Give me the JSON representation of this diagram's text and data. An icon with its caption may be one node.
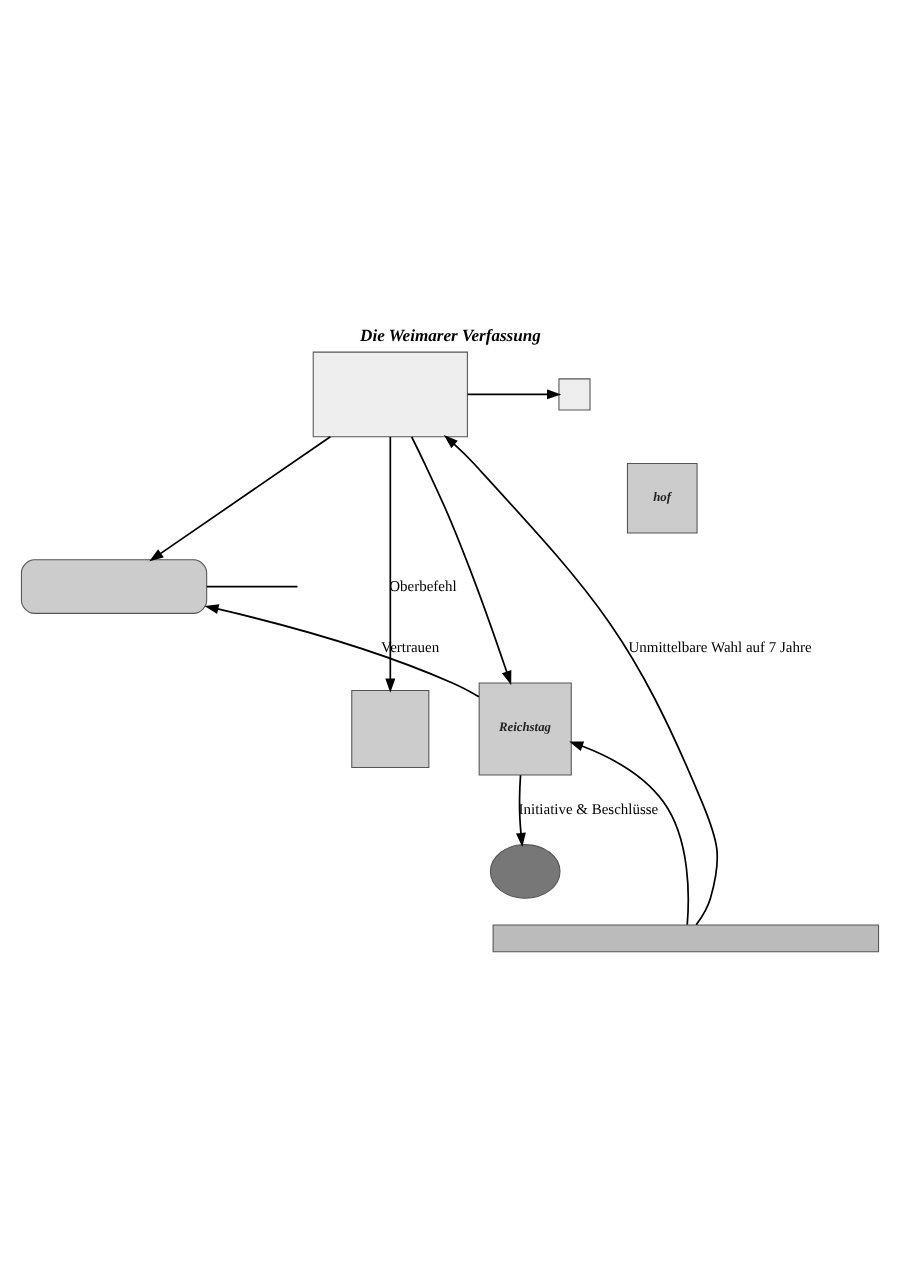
{
  "diagram": {
    "title": "Die Weimarer Verfassung",
    "nodes": [
      {
        "text": [],
        "shape": "box"
      },
      {
        "text": [],
        "shape": "box"
      },
      {
        "text": [],
        "shape": "box"
      },
      {
        "text": [
          "hof"
        ]
      },
      {
        "text": [],
        "shape": "box"
      },
      {
        "text": [
          "Reichstag"
        ]
      },
      {
        "text": [],
        "shape": "ellipse"
      },
      {
        "text": [],
        "shape": "bar"
      }
    ],
    "edges": [
      {
        "from": 0,
        "to": 1,
        "arrow": "to"
      },
      {
        "from": 0,
        "to": 2,
        "arrow": "to"
      },
      {
        "from": 0,
        "to": 4,
        "label": "Oberbefehl",
        "arrow": "to"
      },
      {
        "from": 0,
        "to": 5,
        "arrow": "to"
      },
      {
        "from": 7,
        "to": 0,
        "label": "Unmittelbare Wahl auf 7 Jahre",
        "arrow": "to"
      },
      {
        "from": 5,
        "to": 2,
        "label": "Vertrauen",
        "arrow": "to"
      },
      {
        "from": 5,
        "to": 6,
        "label": "Initiative & Beschlüsse",
        "arrow": "to"
      },
      {
        "from": 7,
        "to": 5,
        "arrow": "to"
      },
      {
        "from": 2,
        "to": null,
        "arrow": "none"
      }
    ]
  }
}
